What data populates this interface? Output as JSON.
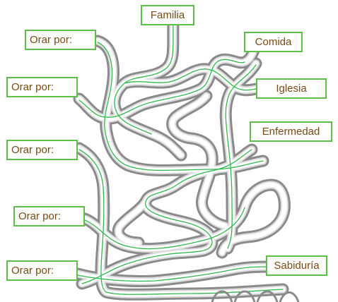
{
  "prayer_labels": {
    "orar_1": "Orar por:",
    "orar_2": "Orar por:",
    "orar_3": "Orar por:",
    "orar_4": "Orar por:",
    "orar_5": "Orar por:"
  },
  "topics": {
    "familia": "Familia",
    "comida": "Comida",
    "iglesia": "Iglesia",
    "enfermedad": "Enfermedad",
    "sabiduria": "Sabiduría"
  },
  "colors": {
    "label_border": "#5cbf46",
    "label_text": "#7a4a12",
    "road": "#8a8a8a",
    "path": "#2fb84a"
  }
}
